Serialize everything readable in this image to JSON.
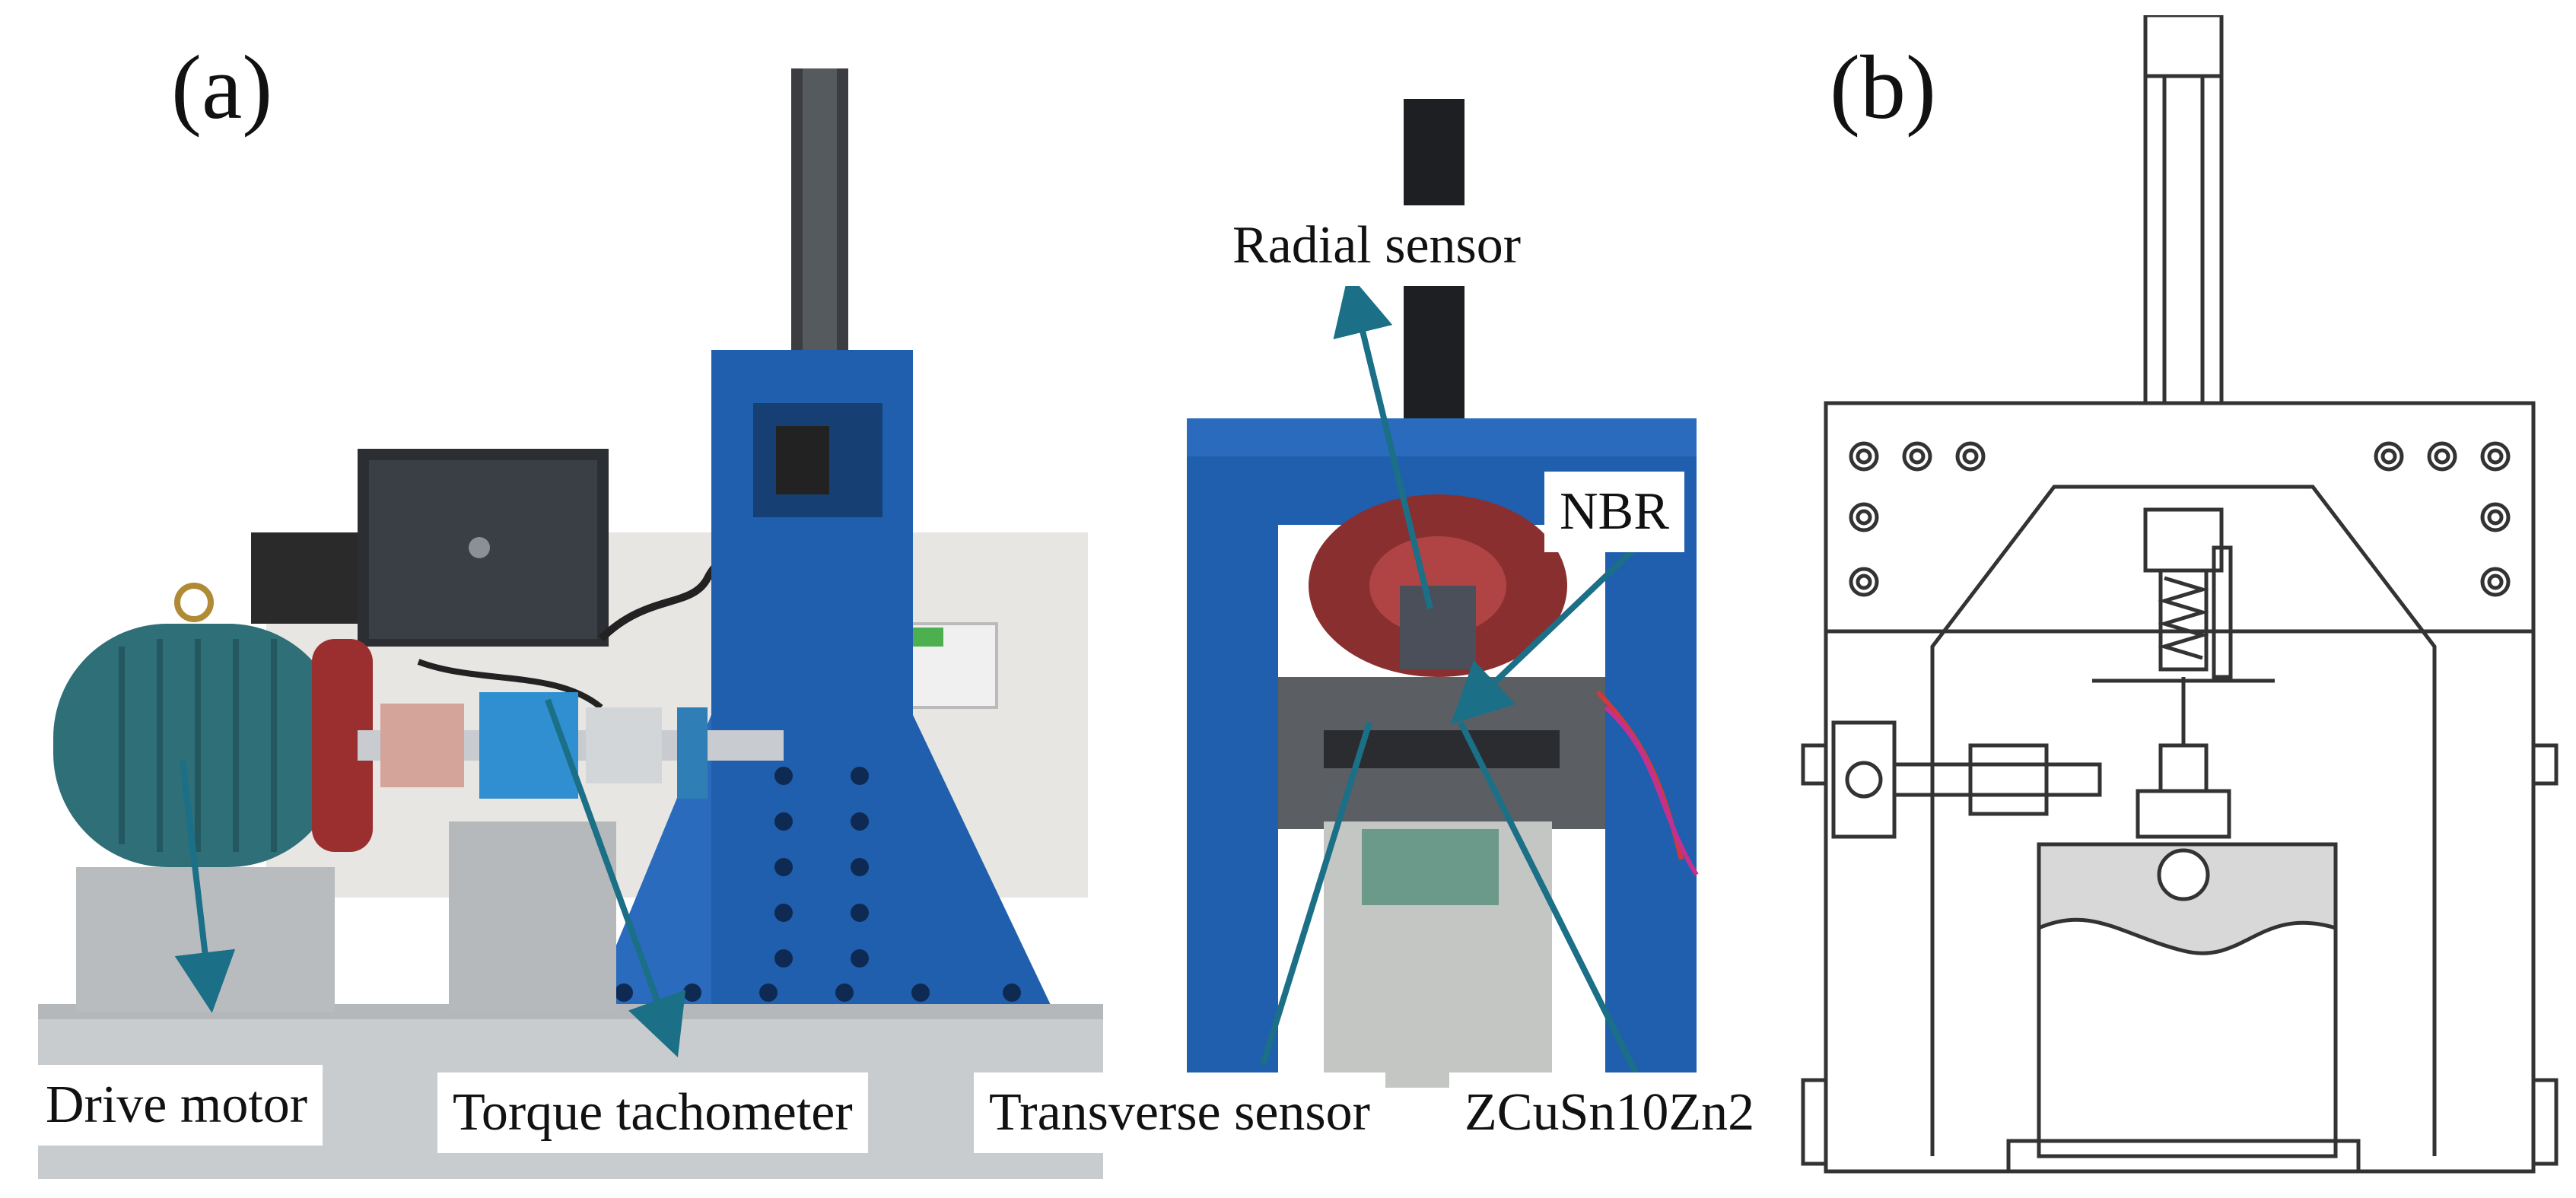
{
  "figure": {
    "panel_a_label": "(a)",
    "panel_b_label": "(b)",
    "callouts": {
      "radial_sensor": "Radial sensor",
      "nbr": "NBR",
      "drive_motor": "Drive motor",
      "torque_tachometer": "Torque tachometer",
      "transverse_sensor": "Transverse sensor",
      "zcusn": "ZCuSn10Zn2"
    },
    "colors": {
      "machine_blue": "#1f5fae",
      "motor_teal": "#2f6f78",
      "arrow_teal": "#1b6f86",
      "base_gray": "#c9ccce"
    }
  }
}
